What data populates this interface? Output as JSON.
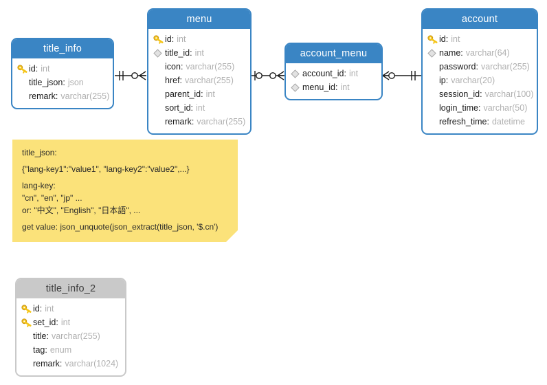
{
  "diagram": {
    "title": "database-er-diagram",
    "theme": {
      "entity_blue": "#3a85c4",
      "entity_grey": "#c9c9c9",
      "note_yellow": "#fbe27a",
      "type_text": "#b0b0b0",
      "name_text": "#1b1b1b",
      "link_stroke": "#1b1b1b"
    }
  },
  "entities": [
    {
      "id": "title_info",
      "name": "title_info",
      "header_style": "blue",
      "fields": [
        {
          "icon": "primary-key-icon",
          "name": "id",
          "type": "int"
        },
        {
          "icon": "none",
          "name": "title_json",
          "type": "json"
        },
        {
          "icon": "none",
          "name": "remark",
          "type": "varchar(255)"
        }
      ]
    },
    {
      "id": "menu",
      "name": "menu",
      "header_style": "blue",
      "fields": [
        {
          "icon": "primary-key-icon",
          "name": "id",
          "type": "int"
        },
        {
          "icon": "foreign-key-diamond-icon",
          "name": "title_id",
          "type": "int"
        },
        {
          "icon": "none",
          "name": "icon",
          "type": "varchar(255)"
        },
        {
          "icon": "none",
          "name": "href",
          "type": "varchar(255)"
        },
        {
          "icon": "none",
          "name": "parent_id",
          "type": "int"
        },
        {
          "icon": "none",
          "name": "sort_id",
          "type": "int"
        },
        {
          "icon": "none",
          "name": "remark",
          "type": "varchar(255)"
        }
      ]
    },
    {
      "id": "account_menu",
      "name": "account_menu",
      "header_style": "blue",
      "fields": [
        {
          "icon": "foreign-key-diamond-icon",
          "name": "account_id",
          "type": "int"
        },
        {
          "icon": "foreign-key-diamond-icon",
          "name": "menu_id",
          "type": "int"
        }
      ]
    },
    {
      "id": "account",
      "name": "account",
      "header_style": "blue",
      "fields": [
        {
          "icon": "primary-key-icon",
          "name": "id",
          "type": "int"
        },
        {
          "icon": "foreign-key-diamond-icon",
          "name": "name",
          "type": "varchar(64)"
        },
        {
          "icon": "none",
          "name": "password",
          "type": "varchar(255)"
        },
        {
          "icon": "none",
          "name": "ip",
          "type": "varchar(20)"
        },
        {
          "icon": "none",
          "name": "session_id",
          "type": "varchar(100)"
        },
        {
          "icon": "none",
          "name": "login_time",
          "type": "varchar(50)"
        },
        {
          "icon": "none",
          "name": "refresh_time",
          "type": "datetime"
        }
      ]
    },
    {
      "id": "title_info_2",
      "name": "title_info_2",
      "header_style": "grey",
      "fields": [
        {
          "icon": "primary-key-icon",
          "name": "id",
          "type": "int"
        },
        {
          "icon": "primary-key-icon",
          "name": "set_id",
          "type": "int"
        },
        {
          "icon": "none",
          "name": "title",
          "type": "varchar(255)"
        },
        {
          "icon": "none",
          "name": "tag",
          "type": "enum"
        },
        {
          "icon": "none",
          "name": "remark",
          "type": "varchar(1024)"
        }
      ]
    }
  ],
  "relationships": [
    {
      "id": "title_info-menu",
      "from": "title_info",
      "to": "menu",
      "from_cardinality": "exactly-one",
      "to_cardinality": "zero-or-many"
    },
    {
      "id": "menu-account_menu",
      "from": "menu",
      "to": "account_menu",
      "from_cardinality": "zero-or-one",
      "to_cardinality": "zero-or-many"
    },
    {
      "id": "account_menu-account",
      "from": "account_menu",
      "to": "account",
      "from_cardinality": "zero-or-many",
      "to_cardinality": "exactly-one"
    }
  ],
  "note": {
    "id": "title_json-note",
    "lines": [
      "title_json:",
      "{\"lang-key1\":\"value1\", \"lang-key2\":\"value2\",...}",
      "lang-key:",
      "\"cn\", \"en\", \"jp\" ...",
      "or: \"中文\", \"English\", \"日本語\", ...",
      "get value: json_unquote(json_extract(title_json, '$.cn')"
    ]
  }
}
